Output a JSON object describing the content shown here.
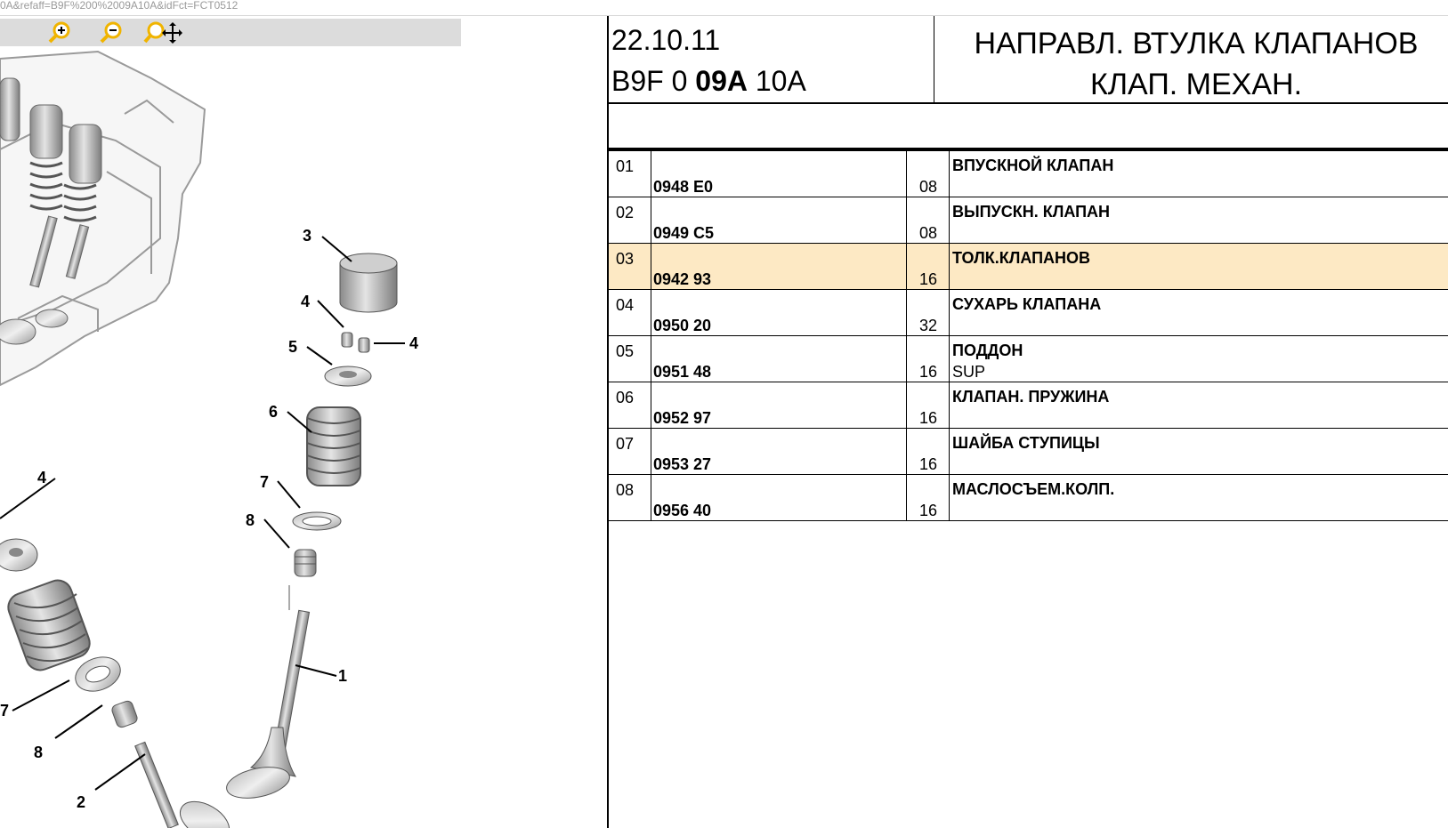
{
  "url": "0A&refaff=B9F%200%2009A10A&idFct=FCT0512",
  "toolbar": {
    "tools": [
      {
        "icon": "zoom-in-icon"
      },
      {
        "icon": "zoom-out-icon"
      },
      {
        "icon": "zoom-pan-icon"
      }
    ]
  },
  "diagram": {
    "callouts": [
      "1",
      "2",
      "3",
      "4",
      "4",
      "4",
      "5",
      "6",
      "7",
      "7",
      "8",
      "8"
    ]
  },
  "header": {
    "date": "22.10.11",
    "code_prefix": "B9F 0 ",
    "code_bold": "09A",
    "code_suffix": " 10A",
    "title_line1": "НАПРАВЛ. ВТУЛКА КЛАПАНОВ",
    "title_line2": "КЛАП. МЕХАН."
  },
  "parts": [
    {
      "num": "01",
      "ref": "0948 E0",
      "qty": "08",
      "desc": "ВПУСКНОЙ КЛАПАН",
      "sub": ""
    },
    {
      "num": "02",
      "ref": "0949 C5",
      "qty": "08",
      "desc": "ВЫПУСКН. КЛАПАН",
      "sub": ""
    },
    {
      "num": "03",
      "ref": "0942 93",
      "qty": "16",
      "desc": "ТОЛК.КЛАПАНОВ",
      "sub": ""
    },
    {
      "num": "04",
      "ref": "0950 20",
      "qty": "32",
      "desc": "СУХАРЬ КЛАПАНА",
      "sub": ""
    },
    {
      "num": "05",
      "ref": "0951 48",
      "qty": "16",
      "desc": "ПОДДОН",
      "sub": "SUP"
    },
    {
      "num": "06",
      "ref": "0952 97",
      "qty": "16",
      "desc": "КЛАПАН. ПРУЖИНА",
      "sub": ""
    },
    {
      "num": "07",
      "ref": "0953 27",
      "qty": "16",
      "desc": "ШАЙБА СТУПИЦЫ",
      "sub": ""
    },
    {
      "num": "08",
      "ref": "0956 40",
      "qty": "16",
      "desc": "МАСЛОСЪЕМ.КОЛП.",
      "sub": ""
    }
  ],
  "highlight_row": 2,
  "colors": {
    "highlight": "#fde9c4",
    "toolbar": "#dcdcdc",
    "zoom_icon": "#f0b400"
  }
}
